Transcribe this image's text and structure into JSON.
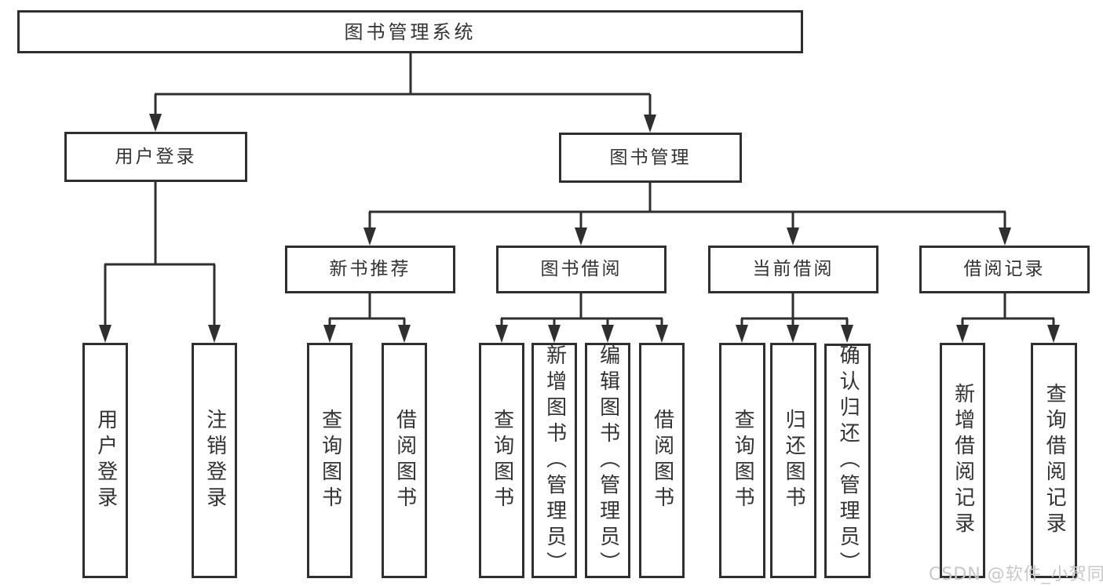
{
  "diagram": {
    "title_node": {
      "label": "图书管理系统"
    },
    "level2": [
      {
        "id": "user-login",
        "label": "用户登录"
      },
      {
        "id": "book-management",
        "label": "图书管理"
      }
    ],
    "level3": [
      {
        "id": "new-book-recommend",
        "label": "新书推荐"
      },
      {
        "id": "book-borrow",
        "label": "图书借阅"
      },
      {
        "id": "current-borrow",
        "label": "当前借阅"
      },
      {
        "id": "borrow-records",
        "label": "借阅记录"
      }
    ],
    "leaves": {
      "login": [
        {
          "label": "用户登录"
        },
        {
          "label": "注销登录"
        }
      ],
      "recommend": [
        {
          "label": "查询图书"
        },
        {
          "label": "借阅图书"
        }
      ],
      "borrow": [
        {
          "label": "查询图书"
        },
        {
          "label": "新增图书（管理员）"
        },
        {
          "label": "编辑图书（管理员）"
        },
        {
          "label": "借阅图书"
        }
      ],
      "current": [
        {
          "label": "查询图书"
        },
        {
          "label": "归还图书"
        },
        {
          "label": "确认归还（管理员）"
        }
      ],
      "records": [
        {
          "label": "新增借阅记录"
        },
        {
          "label": "查询借阅记录"
        }
      ]
    },
    "watermark": "CSDN @软件_小贺同学",
    "colors": {
      "line": "#2f2f2f",
      "box_border": "#2f2f2f",
      "box_fill": "#ffffff",
      "text": "#333333",
      "watermark": "#c8c8c8",
      "background": "#ffffff"
    }
  }
}
